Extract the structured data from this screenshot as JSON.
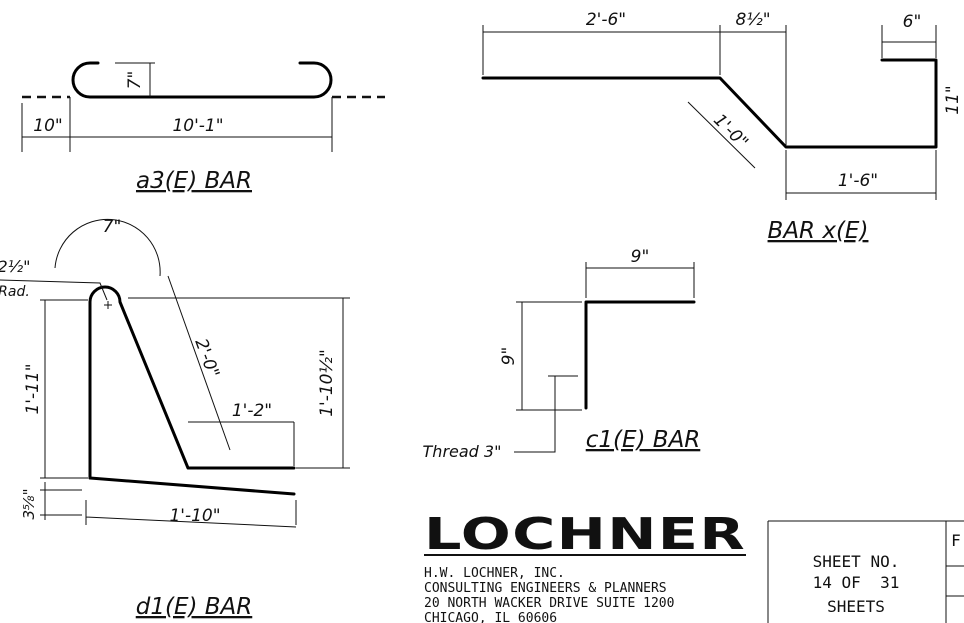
{
  "a3": {
    "dim_height": "7\"",
    "dim_left": "10\"",
    "dim_length": "10'-1\"",
    "title": "a3(E) BAR"
  },
  "x": {
    "dim_top1": "2'-6\"",
    "dim_top2": "8½\"",
    "dim_top3": "6\"",
    "dim_diag": "1'-0\"",
    "dim_right": "11\"",
    "dim_bottom": "1'-6\"",
    "title": "BAR x(E)"
  },
  "d1": {
    "dim_arc": "7\"",
    "dim_rad_value": "2½\"",
    "dim_rad_label": "Rad.",
    "dim_left": "1'-11\"",
    "dim_diag": "2'-0\"",
    "dim_right": "1'-10½\"",
    "dim_inner": "1'-2\"",
    "dim_bottom_left": "3⅝\"",
    "dim_bottom": "1'-10\"",
    "title": "d1(E) BAR"
  },
  "c1": {
    "dim_top": "9\"",
    "dim_left": "9\"",
    "thread": "Thread 3\"",
    "title": "c1(E) BAR"
  },
  "company": {
    "logo": "LOCHNER",
    "line1": "H.W. LOCHNER, INC.",
    "line2": "CONSULTING ENGINEERS & PLANNERS",
    "line3": "20 NORTH WACKER DRIVE SUITE 1200",
    "line4": "CHICAGO, IL 60606"
  },
  "sheet": {
    "label": "SHEET NO.",
    "count": "14 OF  31",
    "suffix": "SHEETS",
    "side_letter": "F"
  }
}
